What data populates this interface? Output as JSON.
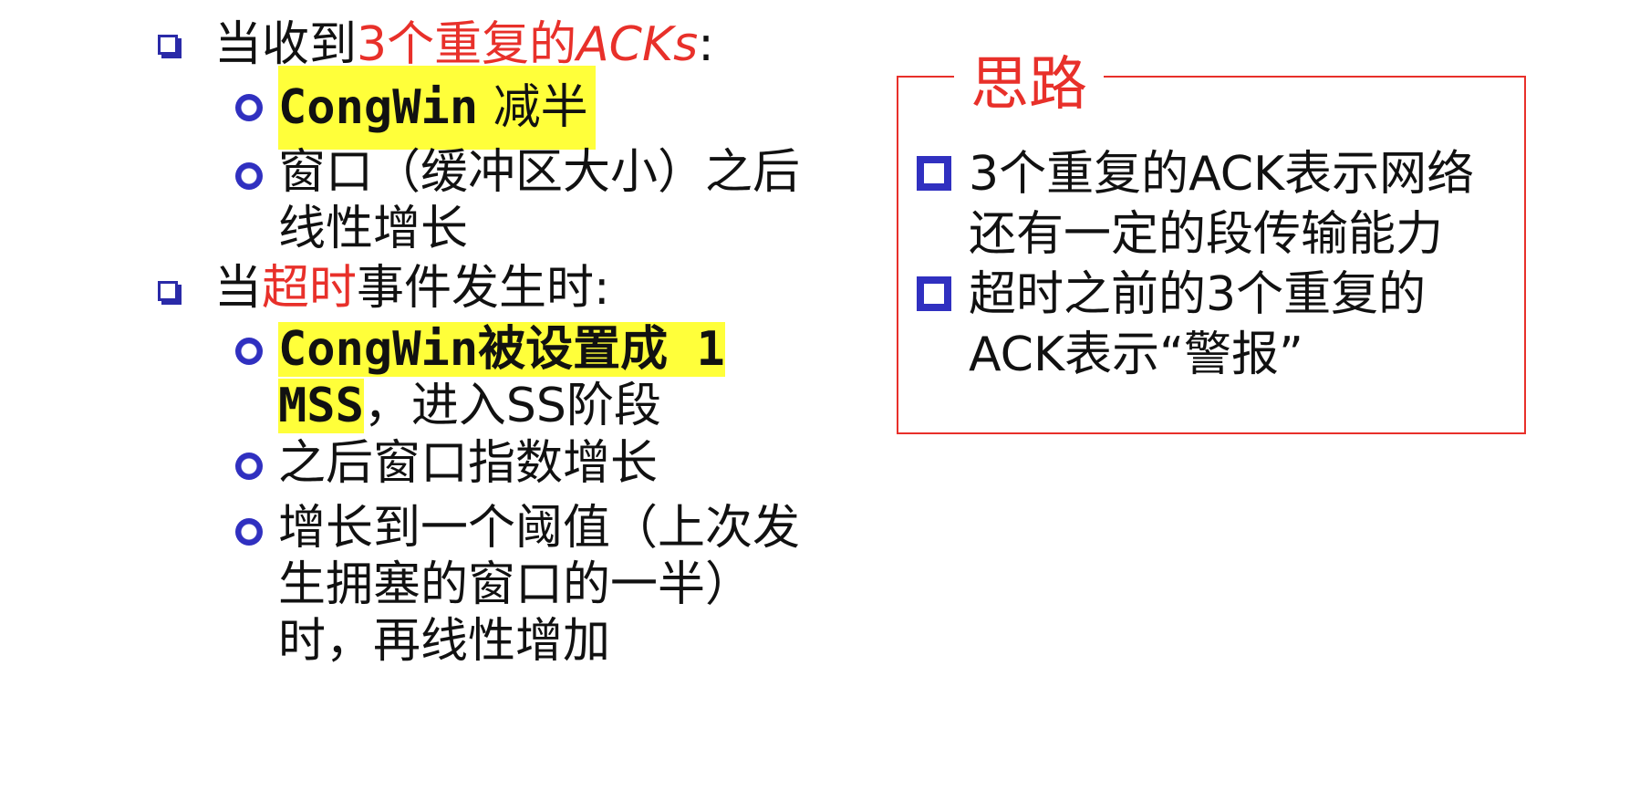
{
  "left": {
    "item1": {
      "prefix": "当收到",
      "highlight_num": "3个重复的",
      "highlight_acks": "ACKs",
      "suffix": ":",
      "sub1": {
        "code": "CongWin",
        "text": " 减半"
      },
      "sub2": {
        "text": "窗口（缓冲区大小）之后线性增长"
      }
    },
    "item2": {
      "prefix": "当",
      "highlight": "超时",
      "suffix": "事件发生时:",
      "sub1": {
        "code": "CongWin",
        "text": "被设置成 1 MSS",
        "rest": "，进入SS阶段"
      },
      "sub2": {
        "text": "之后窗口指数增长"
      },
      "sub3": {
        "text": "增长到一个阈值（上次发生拥塞的窗口的一半）时，再线性增加"
      }
    }
  },
  "idea": {
    "title": "思路",
    "items": [
      {
        "text": "3个重复的ACK表示网络还有一定的段传输能力"
      },
      {
        "text": "超时之前的3个重复的ACK表示“警报”"
      }
    ]
  },
  "colors": {
    "accent_red": "#e8302a",
    "bullet_blue": "#3030c0",
    "highlight_yellow": "#ffff3a"
  }
}
